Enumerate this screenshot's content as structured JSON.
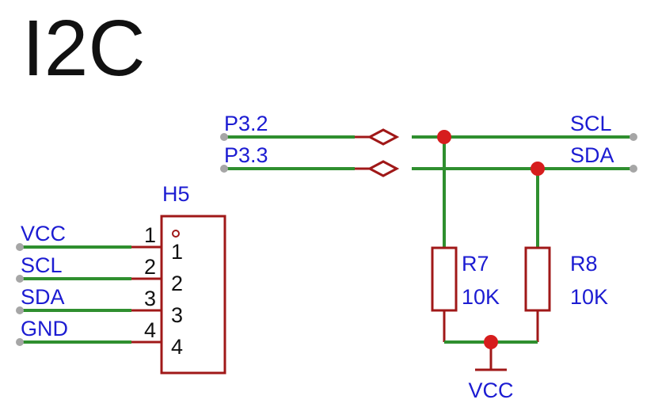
{
  "title": "I2C",
  "colors": {
    "wire": "#2f8f2f",
    "component": "#a01818",
    "junction": "#d61d1d",
    "net_label": "#1c1cd2",
    "terminal": "#a6a6a6"
  },
  "bus": {
    "line1": {
      "left_label": "P3.2",
      "right_label": "SCL"
    },
    "line2": {
      "left_label": "P3.3",
      "right_label": "SDA"
    }
  },
  "connector": {
    "designator": "H5",
    "pins": [
      {
        "net": "VCC",
        "outer_number": "1",
        "inner_number": "1"
      },
      {
        "net": "SCL",
        "outer_number": "2",
        "inner_number": "2"
      },
      {
        "net": "SDA",
        "outer_number": "3",
        "inner_number": "3"
      },
      {
        "net": "GND",
        "outer_number": "4",
        "inner_number": "4"
      }
    ]
  },
  "resistors": [
    {
      "designator": "R7",
      "value": "10K"
    },
    {
      "designator": "R8",
      "value": "10K"
    }
  ],
  "power": {
    "label": "VCC"
  }
}
